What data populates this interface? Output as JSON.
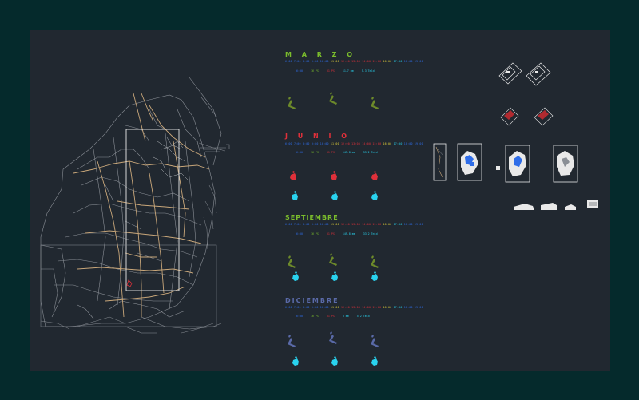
{
  "canvas": {
    "background": "#212830",
    "frame_color": "#052a2c"
  },
  "palette": {
    "green": "#7bbd2c",
    "red": "#e0303a",
    "blue": "#2f6de8",
    "cyan": "#29d3ef",
    "olive": "#6d8a2a",
    "slate": "#5a6aa8",
    "yellow": "#e8d53a",
    "tan": "#c9a77a",
    "white": "#e9e9e9"
  },
  "sections": [
    {
      "id": "marzo",
      "title": "M A R Z O",
      "title_color": "#7bbd2c",
      "times": [
        "6:00",
        "7:00",
        "8:00",
        "9:00",
        "10:00",
        "11:00",
        "12:00",
        "13:00",
        "14:00",
        "15:00",
        "16:00",
        "17:00",
        "18:00",
        "19:00"
      ],
      "time_colors": [
        "#2f6de8",
        "#2f6de8",
        "#2f6de8",
        "#2f6de8",
        "#2f6de8",
        "#e8d53a",
        "#e0303a",
        "#e0303a",
        "#e0303a",
        "#e0303a",
        "#e8d53a",
        "#29d3ef",
        "#2f6de8",
        "#2f6de8"
      ],
      "info": [
        {
          "text": "6:00",
          "color": "#2f6de8"
        },
        {
          "text": "16 PS",
          "color": "#7bbd2c"
        },
        {
          "text": "31 PS",
          "color": "#e0303a"
        },
        {
          "text": "11.7 mm",
          "color": "#29d3ef"
        },
        {
          "text": "5.3 Tmld",
          "color": "#29d3ef"
        }
      ],
      "glyph_color": "#6d8a2a"
    },
    {
      "id": "junio",
      "title": "J U N I O",
      "title_color": "#e0303a",
      "times": [
        "6:00",
        "7:00",
        "8:00",
        "9:00",
        "10:00",
        "11:00",
        "12:00",
        "13:00",
        "14:00",
        "15:00",
        "16:00",
        "17:00",
        "18:00",
        "19:00"
      ],
      "time_colors": [
        "#2f6de8",
        "#2f6de8",
        "#2f6de8",
        "#2f6de8",
        "#2f6de8",
        "#e8d53a",
        "#e0303a",
        "#e0303a",
        "#e0303a",
        "#e0303a",
        "#e8d53a",
        "#29d3ef",
        "#2f6de8",
        "#2f6de8"
      ],
      "info": [
        {
          "text": "6:00",
          "color": "#2f6de8"
        },
        {
          "text": "16 PS",
          "color": "#7bbd2c"
        },
        {
          "text": "31 PS",
          "color": "#e0303a"
        },
        {
          "text": "149.8 mm",
          "color": "#29d3ef"
        },
        {
          "text": "33.2 Tmld",
          "color": "#29d3ef"
        }
      ],
      "glyph_color": "#e0303a"
    },
    {
      "id": "septiembre",
      "title": "SEPTIEMBRE",
      "title_color": "#7bbd2c",
      "times": [
        "6:00",
        "7:00",
        "8:00",
        "9:00",
        "10:00",
        "11:00",
        "12:00",
        "13:00",
        "14:00",
        "15:00",
        "16:00",
        "17:00",
        "18:00",
        "19:00"
      ],
      "time_colors": [
        "#2f6de8",
        "#2f6de8",
        "#2f6de8",
        "#2f6de8",
        "#2f6de8",
        "#e8d53a",
        "#e0303a",
        "#e0303a",
        "#e0303a",
        "#e0303a",
        "#e8d53a",
        "#29d3ef",
        "#2f6de8",
        "#2f6de8"
      ],
      "info": [
        {
          "text": "6:00",
          "color": "#2f6de8"
        },
        {
          "text": "16 PS",
          "color": "#7bbd2c"
        },
        {
          "text": "31 PS",
          "color": "#e0303a"
        },
        {
          "text": "149.8 mm",
          "color": "#29d3ef"
        },
        {
          "text": "33.2 Tmld",
          "color": "#29d3ef"
        }
      ],
      "glyph_color": "#6d8a2a"
    },
    {
      "id": "diciembre",
      "title": "DICIEMBRE",
      "title_color": "#5a6aa8",
      "times": [
        "6:00",
        "7:00",
        "8:00",
        "9:00",
        "10:00",
        "11:00",
        "12:00",
        "13:00",
        "14:00",
        "15:00",
        "16:00",
        "17:00",
        "18:00",
        "19:00"
      ],
      "time_colors": [
        "#2f6de8",
        "#2f6de8",
        "#2f6de8",
        "#2f6de8",
        "#2f6de8",
        "#e8d53a",
        "#e0303a",
        "#e0303a",
        "#e0303a",
        "#e0303a",
        "#e8d53a",
        "#29d3ef",
        "#2f6de8",
        "#2f6de8"
      ],
      "info": [
        {
          "text": "6:00",
          "color": "#2f6de8"
        },
        {
          "text": "16 PS",
          "color": "#7bbd2c"
        },
        {
          "text": "31 PS",
          "color": "#e0303a"
        },
        {
          "text": "0 mm",
          "color": "#29d3ef"
        },
        {
          "text": "5.2 Tmld",
          "color": "#29d3ef"
        }
      ],
      "glyph_color": "#5a6aa8"
    }
  ]
}
